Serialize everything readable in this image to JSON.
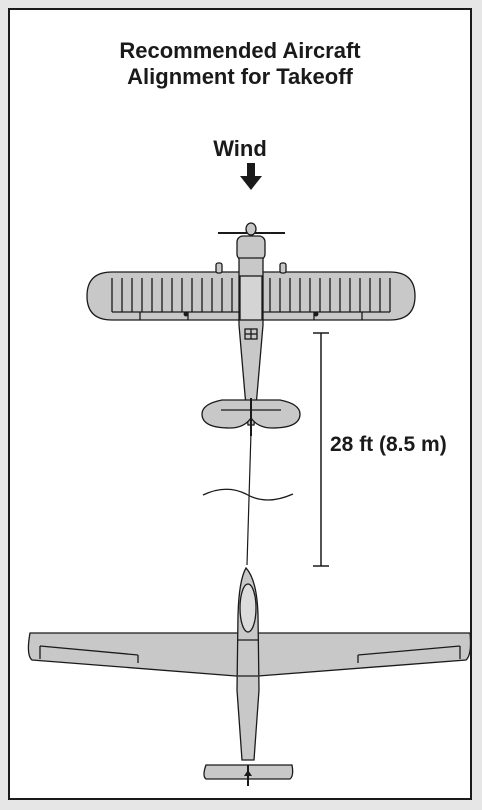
{
  "diagram": {
    "title_line1": "Recommended Aircraft",
    "title_line2": "Alignment for Takeoff",
    "wind_label": "Wind",
    "distance_label": "28 ft (8.5 m)",
    "icons": [
      "wind-arrow-icon",
      "tow-plane-icon",
      "glider-icon"
    ],
    "colors": {
      "outline": "#1a1a1a",
      "aircraft_fill": "#c8c8c8",
      "panel_background": "#ffffff",
      "page_background": "#e6e6e6"
    }
  }
}
